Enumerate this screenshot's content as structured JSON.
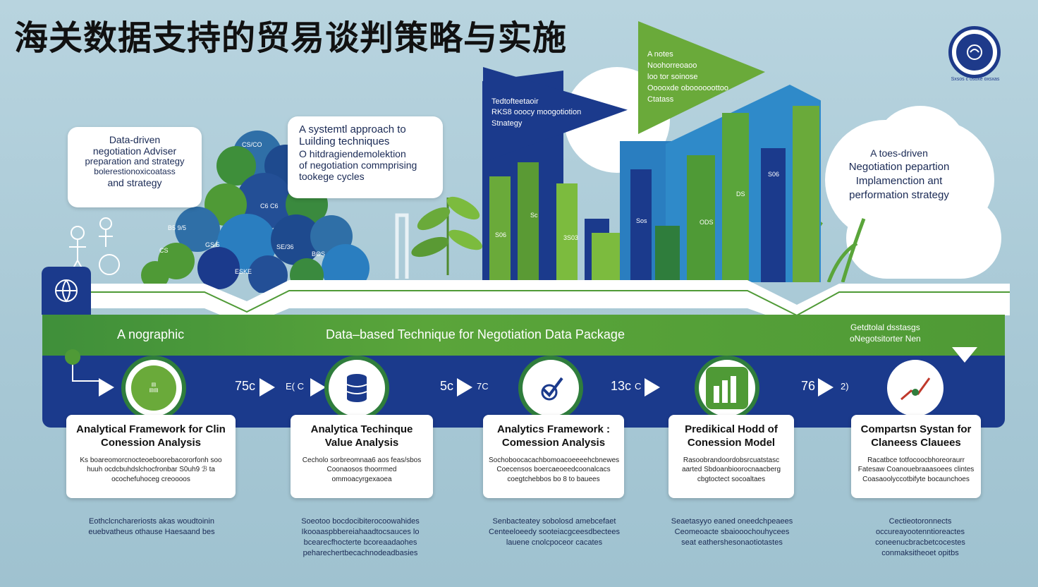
{
  "title": "海关数据支持的贸易谈判策略与实施",
  "logo": {
    "caption": "Sxsos c osoxe oxsxas"
  },
  "bubbles": {
    "left": [
      "Data-driven",
      "negotiation Adviser",
      "preparation and strategy",
      "bolerestionoxicoatass",
      "and strategy"
    ],
    "middle": [
      "A systemtl approach to",
      "Luilding techniques",
      "O hitdragiendemolektion",
      "of negotiation commprising",
      "tookege cycles"
    ],
    "right": [
      "A toes-driven",
      "Negotiation pepartion",
      "Implamenction ant",
      "performation strategy"
    ]
  },
  "flags": {
    "blue": [
      "Tedtofteetaoir",
      "RKS8 ooocy moogotiotion",
      "Stnategy"
    ],
    "green": [
      "A notes",
      "Noohorreoaoo",
      "loo tor soinose",
      "Ooooxde oboooooottoo",
      "Ctatass"
    ]
  },
  "band": {
    "left_label": "A nographic",
    "center_label": "Data–based Technique for Negotiation Data Package",
    "right_label_1": "Getdtolal dsstasgs",
    "right_label_2": "oNegotsitorter Nen"
  },
  "step_numbers": [
    "75c",
    "5c",
    "13c",
    "76"
  ],
  "step_suffixes": [
    "E( C",
    "7C",
    "C",
    "2)"
  ],
  "steps": [
    {
      "title": "Analytical Framework for Clin Conession Analysis",
      "desc": "Ks boareomorcnocteoeboorebacororfonh soo huuh ocdcbuhdslchocfronbar S0uh9 ℬ ta ocochefuhoceg creoooos",
      "foot": "Eothclcnchareriosts akas woudtoinin euebvatheus othause Haesaand bes"
    },
    {
      "title": "Analytica Techinque Value Analysis",
      "desc": "Cecholo sorbreomnaa6 aos feas/sbos Coonaosos thoorrmed ommoacyrgexaoea",
      "foot": "Soeotoo bocdocibiterocoowahides Ikooaaspbbereiahaadtocsauces lo bcearecfhocterte bcoreaadaohes peharechertbecachnodeadbasies"
    },
    {
      "title": "Analytics Framework : Comession Analysis",
      "desc": "Sochoboocacachbomoacoeeeehcbnewes Coecensos boercaeoeedcoonalcacs coegtchebbos bo 8 to bauees",
      "foot": "Senbacteatey sobolosd amebcefaet Centeeloeedy sooteiacgceesdbectees lauene cnolcpoceor cacates"
    },
    {
      "title": "Predikical Hodd of Conession Model",
      "desc": "Rasoobrandoordobsrcuatstasc aarted Sbdoanbioorocnaacberg cbgtoctect socoaltaes",
      "foot": "Seaetasyyo eaned oneedchpeaees Ceomeoacte sbaiooochouhycees seat eathershesonaotiotastes"
    },
    {
      "title": "Compartsn Systan for Claneess Clauees",
      "desc": "Racatbce totfocoocbhoreoraurr Fatesaw Coanouebraaasoees clintes Coasaoolyccotbifyte bocaunchoes",
      "foot": "Cectieotoronnects occureayootenntioreactes coneenucbracbetcocestes conmaksitheoet opitbs"
    }
  ],
  "chart_bars": {
    "labels": [
      "Sc",
      "Sos",
      "S06",
      "3S03",
      "DS"
    ],
    "values_left": [
      "S06",
      "ODS"
    ]
  },
  "pile_labels": [
    "CS/CO",
    "C6 C6",
    "B5 9/5",
    "ESKE",
    "GS 5",
    "SE/36",
    "BOS",
    "CS"
  ],
  "colors": {
    "navy": "#1b3a8c",
    "green": "#4f9a36",
    "light_green": "#7cbb3e",
    "blue": "#2a7ec0",
    "bg": "#aacbd8"
  },
  "icons": [
    "globe-icon",
    "database-icon",
    "check-icon",
    "bar-chart-icon",
    "line-chart-icon",
    "logo-icon"
  ]
}
